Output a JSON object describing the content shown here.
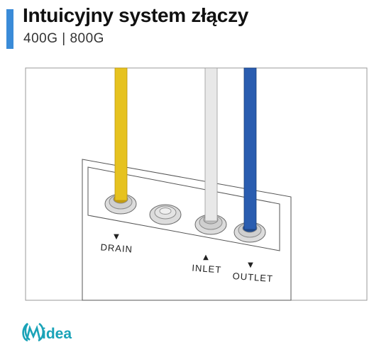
{
  "header": {
    "title": "Intuicyjny system złączy",
    "subtitle": "400G  |  800G",
    "accent_color": "#3a8bd8"
  },
  "illustration": {
    "pipes": [
      {
        "name": "drain",
        "color": "#e6c21f"
      },
      {
        "name": "inlet",
        "color": "#e8e8e8"
      },
      {
        "name": "outlet",
        "color": "#2a5db0"
      }
    ],
    "ports": [
      {
        "label": "DRAIN",
        "arrow": "▼"
      },
      {
        "label": "",
        "arrow": ""
      },
      {
        "label": "INLET",
        "arrow": "▲"
      },
      {
        "label": "OUTLET",
        "arrow": "▼"
      }
    ]
  },
  "brand": {
    "logo_text": "Midea",
    "color": "#1aa3b8"
  }
}
